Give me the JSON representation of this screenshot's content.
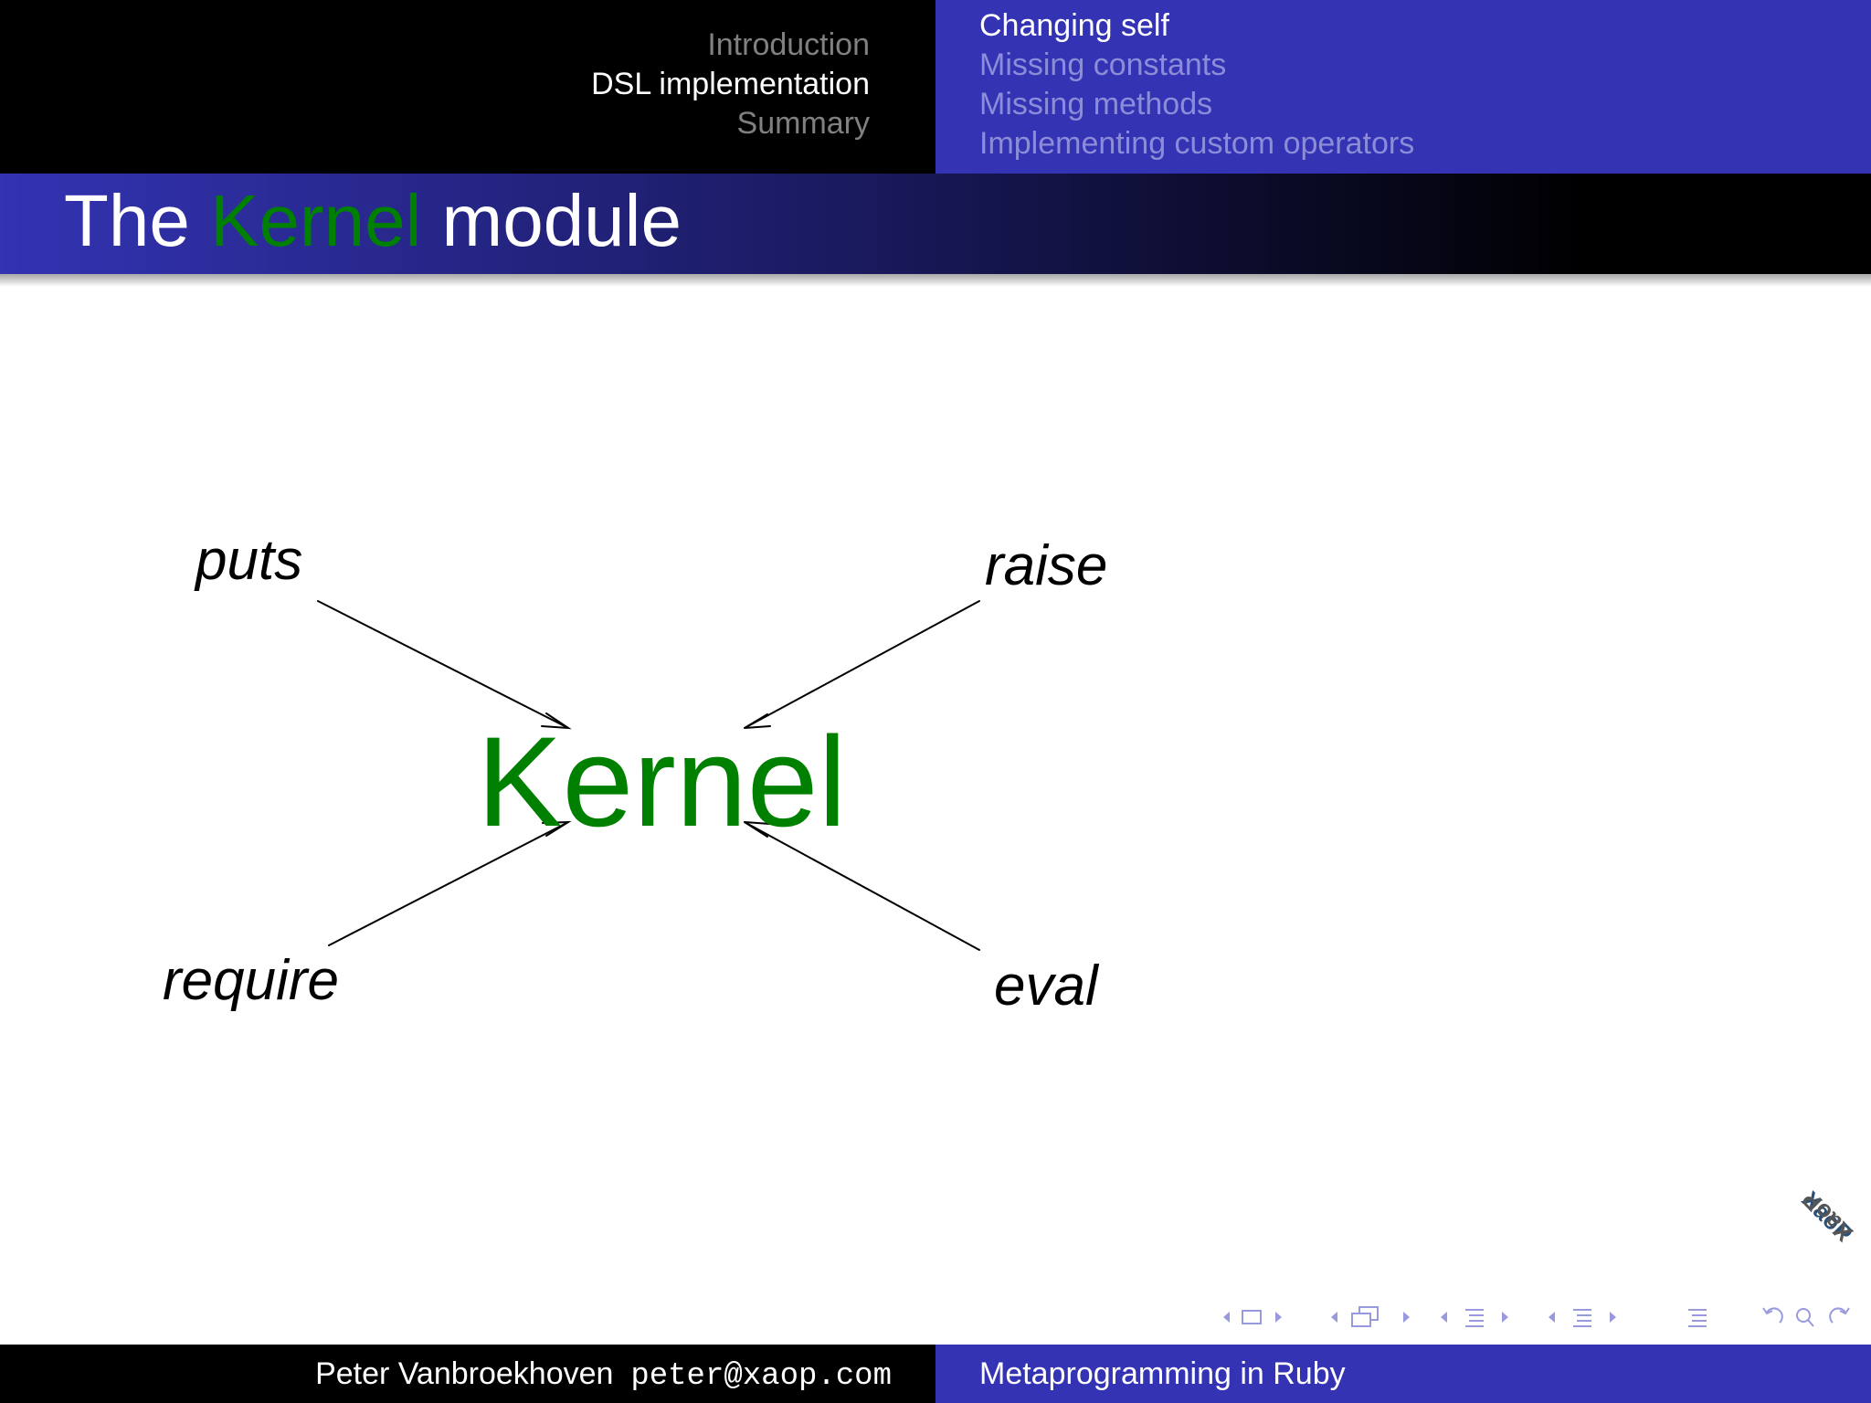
{
  "header": {
    "sections": [
      {
        "label": "Introduction",
        "active": false
      },
      {
        "label": "DSL implementation",
        "active": true
      },
      {
        "label": "Summary",
        "active": false
      }
    ],
    "subsections": [
      {
        "label": "Changing self",
        "active": true
      },
      {
        "label": "Missing constants",
        "active": false
      },
      {
        "label": "Missing methods",
        "active": false
      },
      {
        "label": "Implementing custom operators",
        "active": false
      }
    ]
  },
  "frame": {
    "title_prefix": "The ",
    "title_highlight": "Kernel",
    "title_suffix": " module"
  },
  "diagram": {
    "center": "Kernel",
    "methods": [
      "puts",
      "raise",
      "require",
      "eval"
    ]
  },
  "footer": {
    "author": "Peter Vanbroekhoven",
    "email": "peter@xaop.com",
    "talk_title": "Metaprogramming in Ruby"
  },
  "logo": {
    "text": "XaoP"
  },
  "colors": {
    "header_blue": "#3333b3",
    "highlight_green": "#008000",
    "inactive_gray": "#808080",
    "inactive_blue": "#8c8cd9"
  }
}
